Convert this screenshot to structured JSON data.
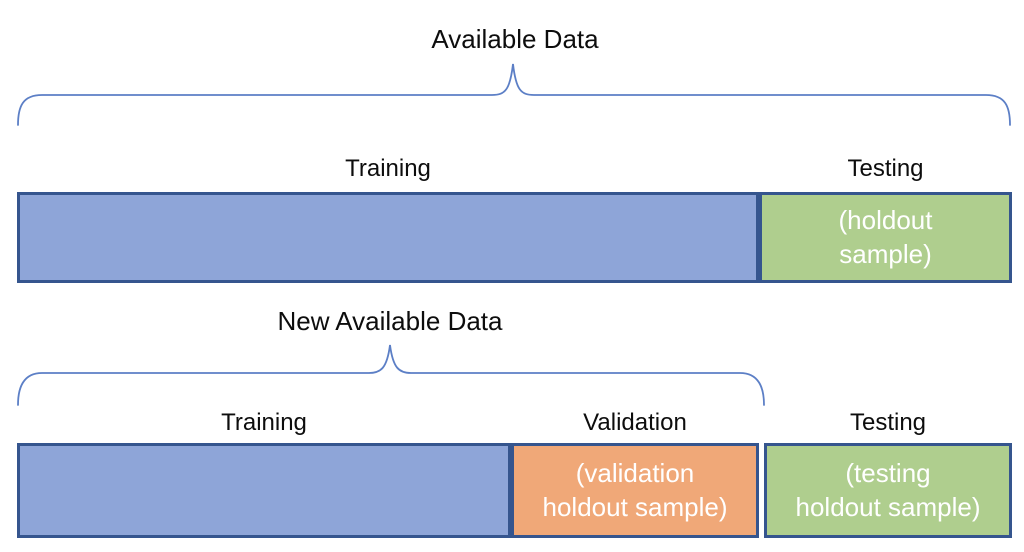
{
  "diagram": {
    "colors": {
      "block_border": "#35558E",
      "brace": "#5C7FC6",
      "blue_fill": "#8EA5D8",
      "green_fill": "#AFCE8E",
      "orange_fill": "#F0A878",
      "note_text": "#FFFFFF",
      "label_text": "#0D0D0D"
    },
    "sections": [
      {
        "title": "Available Data",
        "segments": [
          {
            "label": "Training",
            "fill": "blue",
            "note_lines": []
          },
          {
            "label": "Testing",
            "fill": "green",
            "note_lines": [
              "(holdout",
              "sample)"
            ]
          }
        ]
      },
      {
        "title": "New Available Data",
        "segments": [
          {
            "label": "Training",
            "fill": "blue",
            "note_lines": []
          },
          {
            "label": "Validation",
            "fill": "orange",
            "note_lines": [
              "(validation",
              "holdout sample)"
            ]
          },
          {
            "label": "Testing",
            "fill": "green",
            "note_lines": [
              "(testing",
              "holdout sample)"
            ]
          }
        ]
      }
    ]
  }
}
